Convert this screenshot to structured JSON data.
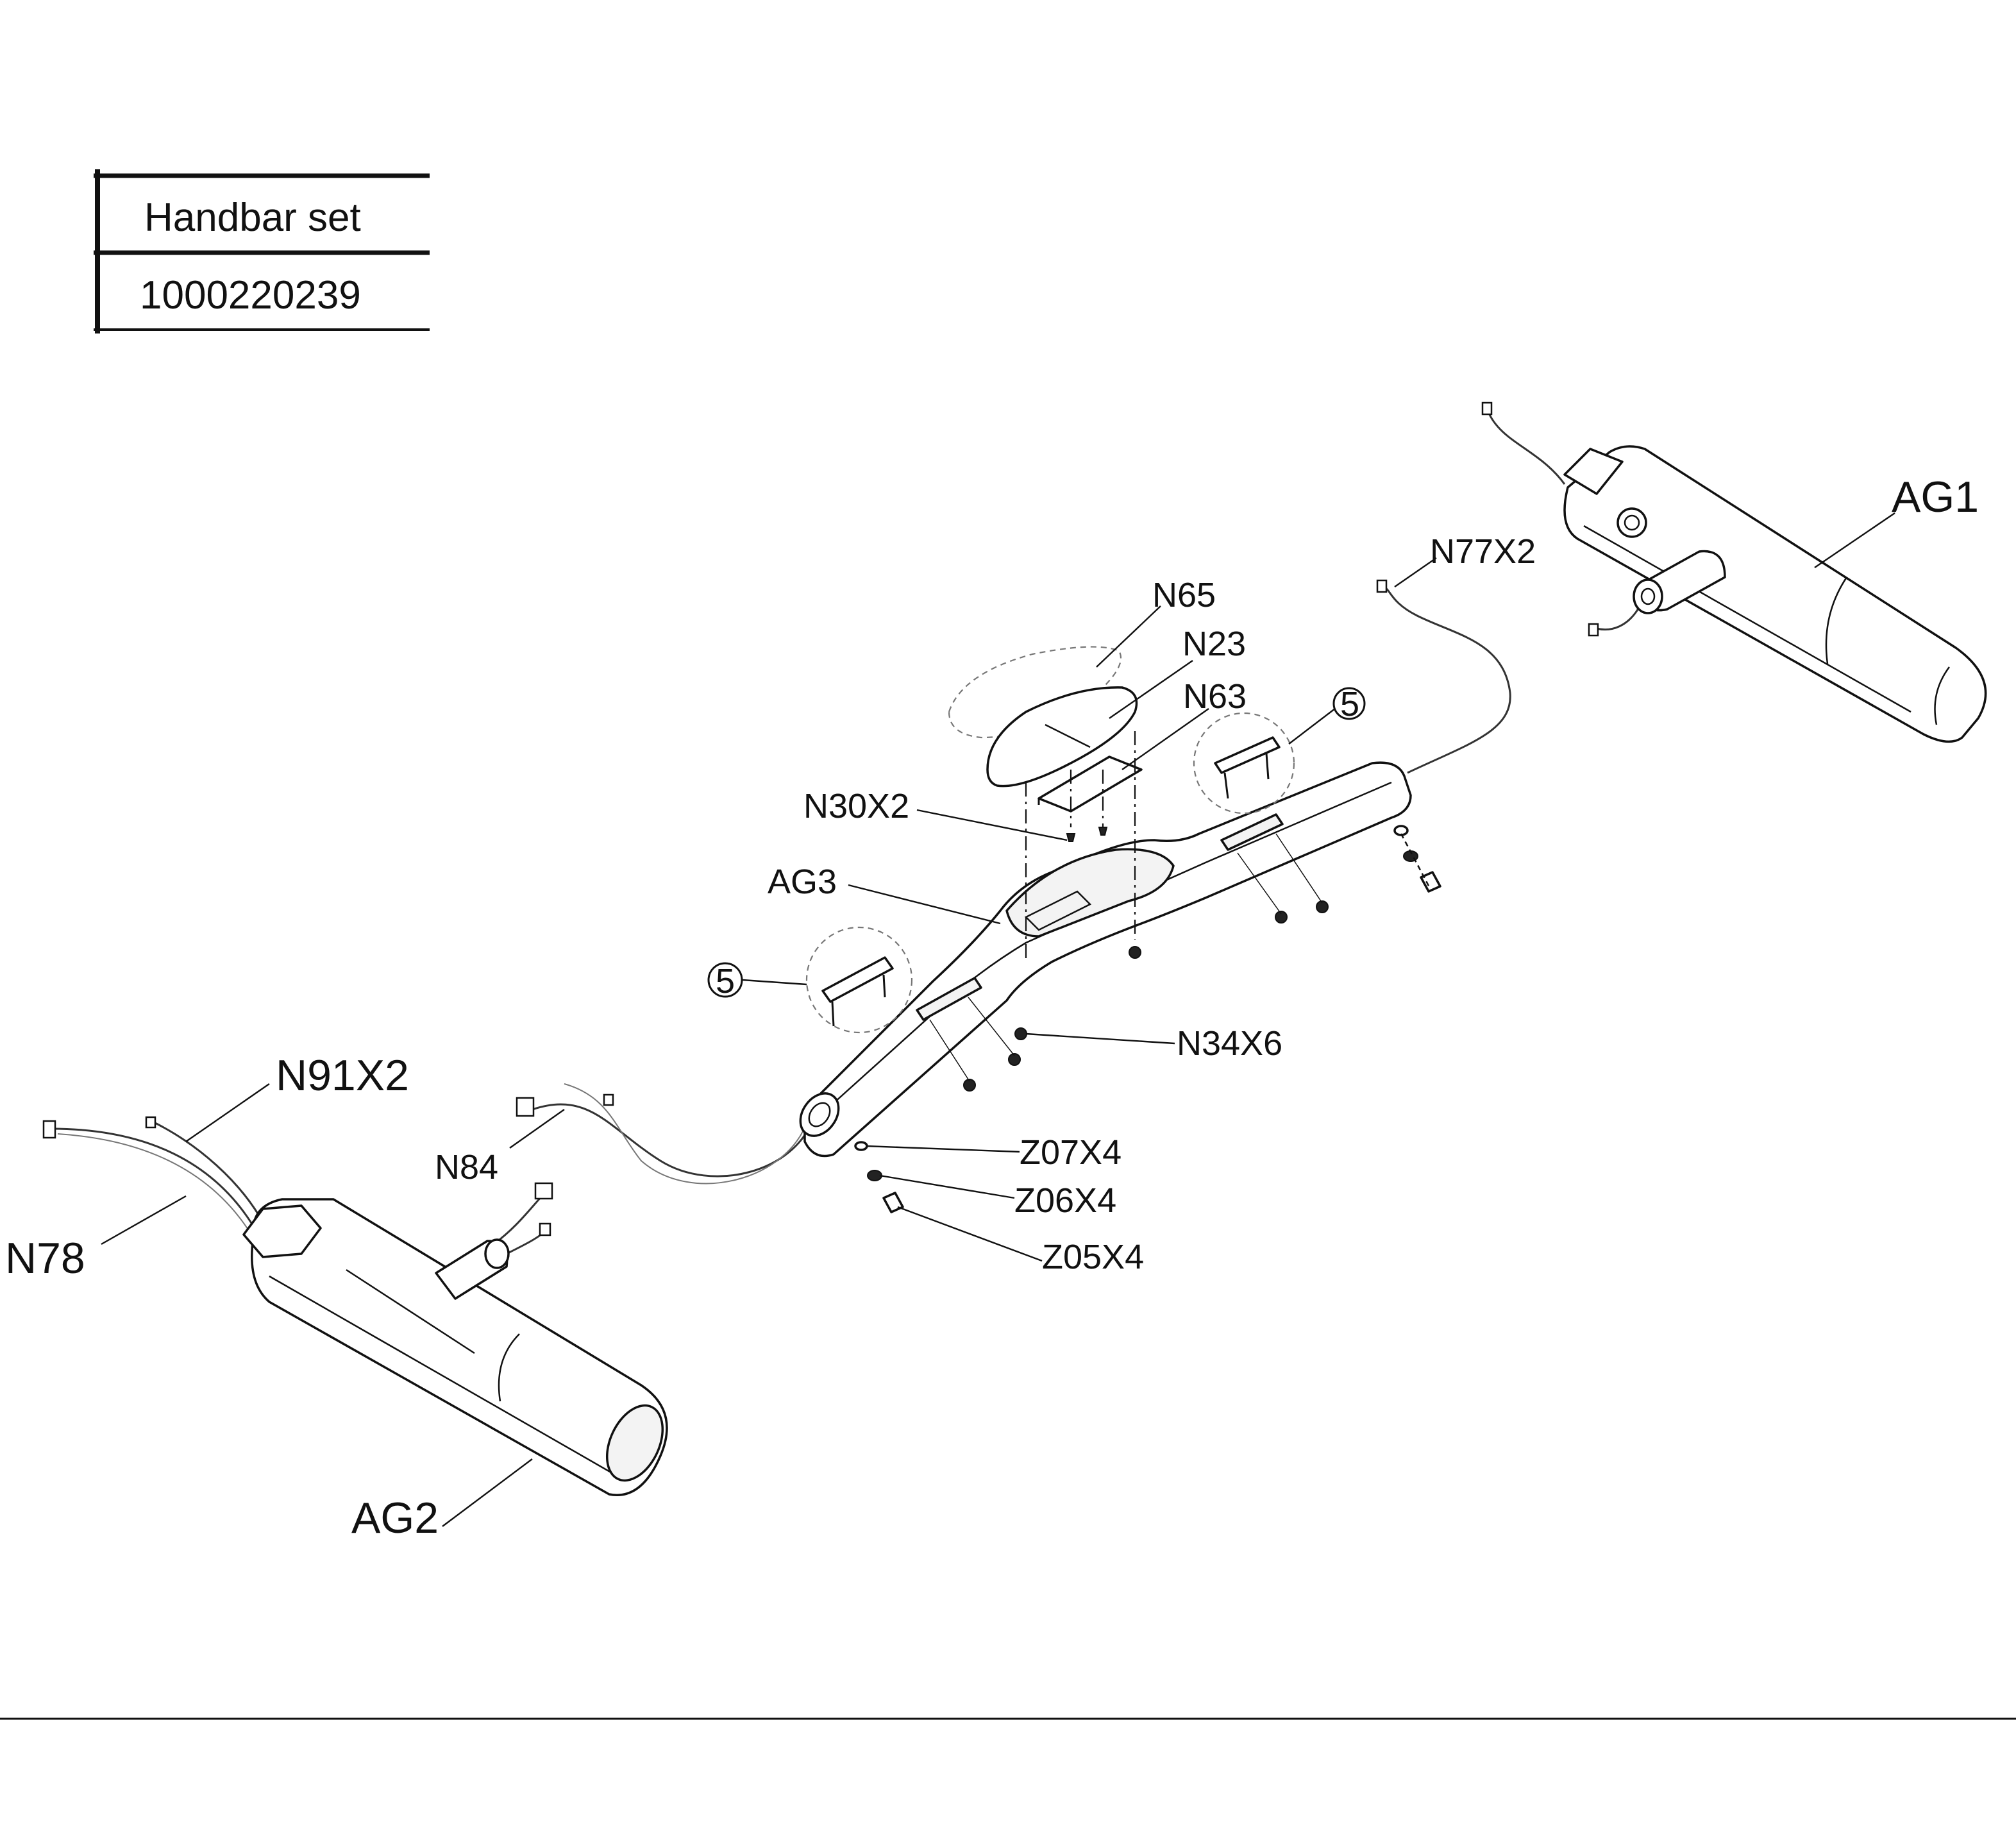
{
  "title_block": {
    "name": "Handbar  set",
    "part_number": "1000220239"
  },
  "labels": {
    "ag1": "AG1",
    "ag2": "AG2",
    "ag3": "AG3",
    "n65": "N65",
    "n23": "N23",
    "n63": "N63",
    "n30x2": "N30X2",
    "n77x2": "N77X2",
    "n34x6": "N34X6",
    "n91x2": "N91X2",
    "n84": "N84",
    "n78": "N78",
    "z07x4": "Z07X4",
    "z06x4": "Z06X4",
    "z05x4": "Z05X4",
    "callout_5_right": "5",
    "callout_5_left": "5"
  }
}
